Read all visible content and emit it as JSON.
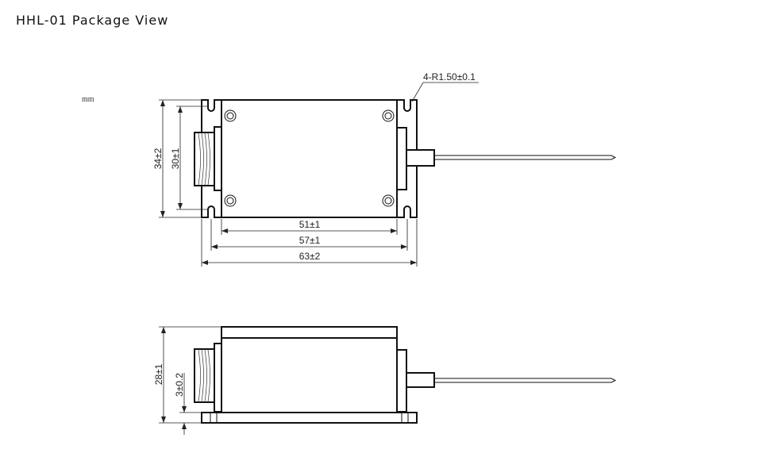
{
  "title": "HHL-01 Package View",
  "unit": "mm",
  "top_view": {
    "dimensions": {
      "height_outer": "34±2",
      "height_inner": "30±1",
      "width_body": "51±1",
      "width_holes": "57±1",
      "width_outer": "63±2",
      "slot_radius": "4-R1.50±0.1"
    }
  },
  "side_view": {
    "dimensions": {
      "height_total": "28±1",
      "base_thickness": "3±0.2"
    }
  }
}
